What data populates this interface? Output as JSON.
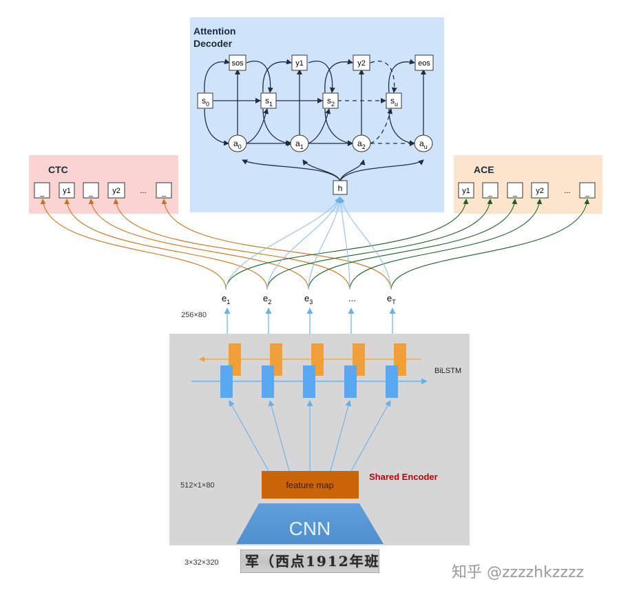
{
  "attention_decoder": {
    "title_line1": "Attention",
    "title_line2": "Decoder",
    "outputs": [
      "sos",
      "y1",
      "y2",
      "eos"
    ],
    "states": [
      {
        "base": "s",
        "sub": "0"
      },
      {
        "base": "s",
        "sub": "1"
      },
      {
        "base": "s",
        "sub": "2"
      },
      {
        "base": "s",
        "sub": "u"
      }
    ],
    "attentions": [
      {
        "base": "a",
        "sub": "0"
      },
      {
        "base": "a",
        "sub": "1"
      },
      {
        "base": "a",
        "sub": "2"
      },
      {
        "base": "a",
        "sub": "u"
      }
    ],
    "hidden": "h"
  },
  "ctc": {
    "title": "CTC",
    "tokens": [
      "_",
      "y1",
      "_",
      "y2",
      "...",
      "_"
    ]
  },
  "ace": {
    "title": "ACE",
    "tokens": [
      "y1",
      "_",
      "_",
      "y2",
      "...",
      "_"
    ]
  },
  "encoder_outputs": [
    {
      "base": "e",
      "sub": "1"
    },
    {
      "base": "e",
      "sub": "2"
    },
    {
      "base": "e",
      "sub": "3"
    },
    {
      "base": "...",
      "sub": ""
    },
    {
      "base": "e",
      "sub": "T"
    }
  ],
  "dims": {
    "encoder_out": "256×80",
    "feature": "512×1×80",
    "input": "3×32×320"
  },
  "bilstm_label": "BiLSTM",
  "feature_map_label": "feature map",
  "shared_encoder_label": "Shared Encoder",
  "cnn_label": "CNN",
  "input_image_text": "军（西点1912年班",
  "watermark": "知乎 @zzzzhkzzzz",
  "colors": {
    "attention_bg": "#cfe4fb",
    "ctc_bg": "#fad3d3",
    "ace_bg": "#fbe5cc",
    "encoder_bg": "#d6d6d6",
    "ctc_arrow": "#c8741a",
    "ace_arrow": "#1e5f26",
    "attn_arrow": "#8ec0e8",
    "lstm_forward": "#5aa8ef",
    "lstm_backward": "#f0a03a",
    "feature_map": "#cb6409",
    "cnn": "#5b9bd6",
    "shared_encoder_text": "#c00000"
  }
}
